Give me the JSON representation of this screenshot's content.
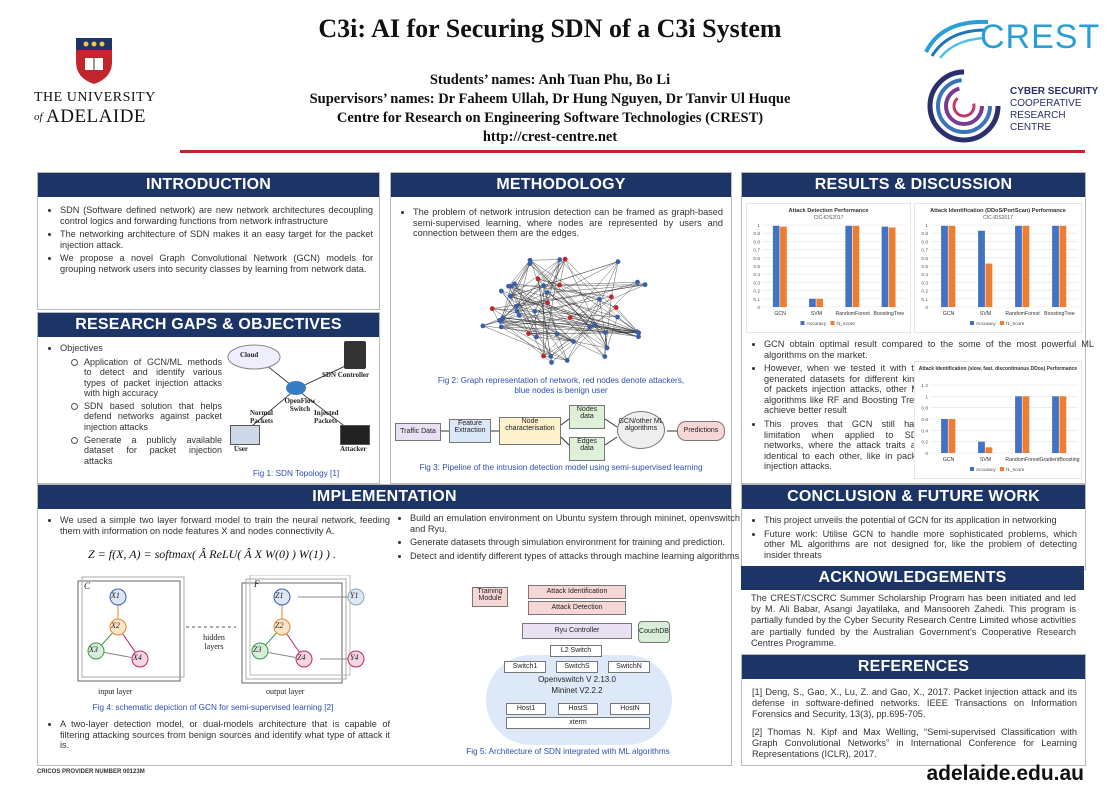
{
  "header": {
    "title": "C3i: AI for Securing SDN of a C3i System",
    "line1": "Students’ names: Anh Tuan Phu, Bo Li",
    "line2": "Supervisors’ names: Dr Faheem Ullah, Dr Hung Nguyen, Dr Tanvir Ul Huque",
    "line3": "Centre for Research on Engineering Software Technologies (CREST)",
    "line4": "http://crest-centre.net"
  },
  "logos": {
    "uni_top": "THE UNIVERSITY",
    "uni_of": "of",
    "uni_name": "ADELAIDE",
    "crest": "CREST",
    "cscrc1": "CYBER SECURITY",
    "cscrc2": "COOPERATIVE",
    "cscrc3": "RESEARCH",
    "cscrc4": "CENTRE"
  },
  "colors": {
    "navy": "#1c3566",
    "accent_red": "#c0262b",
    "bar_blue": "#4472c4",
    "bar_orange": "#ed7d31"
  },
  "intro": {
    "heading": "INTRODUCTION",
    "items": [
      "SDN (Software defined network) are new network architectures decoupling control logics and forwarding functions from network infrastructure",
      "The networking architecture of SDN makes it an easy target for the packet injection attack.",
      "We propose a novel Graph Convolutional Network (GCN) models for grouping network users into security classes by learning from network data."
    ]
  },
  "gaps": {
    "heading": "RESEARCH GAPS & OBJECTIVES",
    "objectives_label": "Objectives",
    "subitems": [
      "Application of GCN/ML methods to detect and identify various types of packet injection attacks with high accuracy",
      "SDN based solution that helps defend networks against packet injection attacks",
      "Generate a publicly available dataset for packet injection attacks"
    ],
    "topo": {
      "cloud": "Cloud",
      "controller": "SDN Controller",
      "switch": "OpenFlow Switch",
      "normal": "Normal Packets",
      "injected": "Injected Packets",
      "user": "User",
      "attacker": "Attacker"
    },
    "caption": "Fig 1: SDN Topology [1]"
  },
  "method": {
    "heading": "METHODOLOGY",
    "items": [
      "The problem of network intrusion detection can be framed as graph-based semi-supervised learning, where nodes are represented by users and connection between them are the edges."
    ],
    "caption2_a": "Fig 2: Graph representation of network, red nodes denote attackers,",
    "caption2_b": "blue nodes is benign user",
    "pipeline": {
      "traffic": "Traffic Data",
      "feature": "Feature Extraction",
      "node_char": "Node characterisation",
      "nodes": "Nodes data",
      "edges": "Edges data",
      "gcn": "GCN/other ML algorithms",
      "pred": "Predictions"
    },
    "caption3": "Fig 3: Pipeline of the intrusion detection  model using semi-supervised learning"
  },
  "results": {
    "heading": "RESULTS & DISCUSSION",
    "items": [
      "GCN obtain optimal result compared to the some of the most powerful ML algorithms on the market.",
      "However, when we tested it with the generated datasets for different kinds of packets injection attacks, other ML algorithms like RF and Boosting Trees achieve better result",
      "This proves that GCN still have limitation when applied to SDN networks, where the attack traits are identical to each other, like in packet injection attacks."
    ]
  },
  "conclusion": {
    "heading": "CONCLUSION & FUTURE WORK",
    "items": [
      "This project unveils the potential of GCN for its application in networking",
      "Future work: Utilise GCN to handle more sophisticated problems, which other ML algorithms are not designed for, like the problem of detecting insider threats"
    ]
  },
  "ack": {
    "heading": "ACKNOWLEDGEMENTS",
    "text": "The CREST/CSCRC Summer Scholarship Program has been initiated and led by M. Ali Babar, Asangi Jayatilaka, and Mansooreh Zahedi. This program is partially funded by the Cyber Security Research Centre Limited whose activities are partially funded by the Australian Government’s Cooperative Research Centres Programme."
  },
  "refs": {
    "heading": "REFERENCES",
    "r1": "[1] Deng, S., Gao, X., Lu, Z. and Gao, X., 2017. Packet injection attack and its defense in software-defined networks. IEEE Transactions on Information Forensics and Security, 13(3), pp.695-705.",
    "r2": "[2] Thomas N. Kipf and Max Welling, “Semi-supervised Classification with Graph Convolutional Networks” in International Conference for Learning Representations (ICLR), 2017."
  },
  "impl": {
    "heading": "IMPLEMENTATION",
    "left_items": [
      "We used a simple two layer forward model to train the neural network, feeding them with information on node features X and nodes connectivity A."
    ],
    "formula": "Z = f(X, A) = softmax( Â ReLU( Â X W(0) ) W(1) ) .",
    "gcn": {
      "c": "C",
      "f": "F",
      "x1": "X1",
      "x2": "X2",
      "x3": "X3",
      "x4": "X4",
      "z1": "Z1",
      "z2": "Z2",
      "z3": "Z3",
      "z4": "Z4",
      "y1": "Y1",
      "y4": "Y4",
      "hidden": "hidden layers",
      "input": "input layer",
      "output": "output layer"
    },
    "caption4": "Fig 4: schematic depiction of GCN for semi-supervised learning [2]",
    "left_bottom": "A two-layer detection model, or dual-models architecture that is capable of filtering attacking sources from benign sources and identify what type of attack it is.",
    "right_items": [
      "Build an emulation environment on Ubuntu system through mininet, openvswitch and Ryu.",
      "Generate datasets through simulation environment for training and prediction.",
      "Detect and identify different types of attacks through machine learning algorithms"
    ],
    "arch": {
      "training": "Training Module",
      "attack_id": "Attack Identification",
      "attack_det": "Attack Detection",
      "ryu": "Ryu Controller",
      "couchdb": "CouchDB",
      "l2": "L2 Switch",
      "sw1": "Switch1",
      "sws": "SwitchS",
      "swn": "SwitchN",
      "ovs": "Openvswitch V 2.13.0",
      "mininet": "Mininet V2.2.2",
      "h1": "Host1",
      "hs": "HostS",
      "hn": "HostN",
      "xterm": "xterm"
    },
    "caption5": "Fig 5: Architecture of SDN integrated with ML algorithms"
  },
  "footer": {
    "cricos": "CRICOS PROVIDER NUMBER 00123M",
    "url": "adelaide.edu.au"
  },
  "chart_data": [
    {
      "type": "bar",
      "title": "Attack Detection Performance",
      "subtitle": "CIC-IDS2017",
      "categories": [
        "GCN",
        "SVM",
        "RandomForest",
        "BoostingTree"
      ],
      "series": [
        {
          "name": "Accuracy",
          "values": [
            0.99,
            0.1,
            0.99,
            0.98
          ]
        },
        {
          "name": "f1_score",
          "values": [
            0.98,
            0.1,
            0.99,
            0.97
          ]
        }
      ],
      "ylim": [
        0,
        1
      ],
      "yticks": [
        "0",
        "0.1",
        "0.2",
        "0.3",
        "0.4",
        "0.5",
        "0.6",
        "0.7",
        "0.8",
        "0.9",
        "1"
      ]
    },
    {
      "type": "bar",
      "title": "Attack Identification (DDoS/PortScan) Performance",
      "subtitle": "CIC-IDS2017",
      "categories": [
        "GCN",
        "SVM",
        "RandomForest",
        "BoostingTree"
      ],
      "series": [
        {
          "name": "Accuracy",
          "values": [
            0.99,
            0.93,
            0.99,
            0.99
          ]
        },
        {
          "name": "f1_score",
          "values": [
            0.99,
            0.53,
            0.99,
            0.99
          ]
        }
      ],
      "ylim": [
        0,
        1
      ],
      "yticks": [
        "0",
        "0.1",
        "0.2",
        "0.3",
        "0.4",
        "0.5",
        "0.6",
        "0.7",
        "0.8",
        "0.9",
        "1"
      ]
    },
    {
      "type": "bar",
      "title": "Attack Identification (slow, fast, discontinuous DDos) Performance",
      "categories": [
        "GCN",
        "SVM",
        "RandomForest",
        "GradientBoosting"
      ],
      "series": [
        {
          "name": "Accuracy",
          "values": [
            0.6,
            0.2,
            1.0,
            1.0
          ]
        },
        {
          "name": "f1_score",
          "values": [
            0.6,
            0.1,
            1.0,
            1.0
          ]
        }
      ],
      "ylim": [
        0,
        1.2
      ],
      "yticks": [
        "0",
        "0.2",
        "0.4",
        "0.6",
        "0.8",
        "1",
        "1.2"
      ]
    }
  ]
}
